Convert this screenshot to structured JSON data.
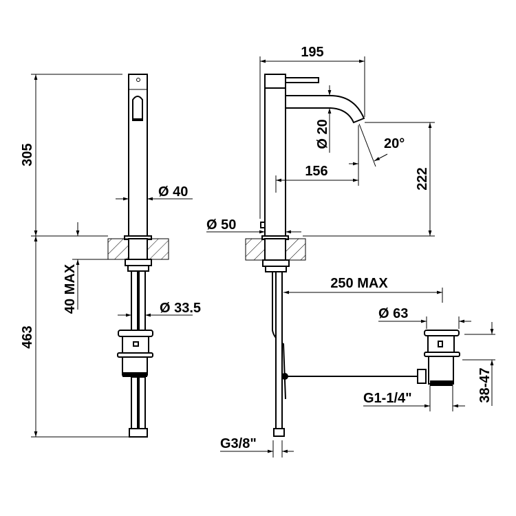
{
  "drawing": {
    "front_view": {
      "total_height_above": "305",
      "total_height_below": "463",
      "counter_thickness": "40 MAX",
      "body_diameter": "Ø 40",
      "shank_diameter": "Ø 33.5"
    },
    "side_view": {
      "reach": "195",
      "spout_outlet_reach": "156",
      "spout_diameter": "Ø 20",
      "spout_angle": "20°",
      "spout_height": "222",
      "base_diameter": "Ø 50",
      "drain_distance": "250 MAX",
      "drain_cap_diameter": "Ø 63",
      "drain_thread": "G1-1/4\"",
      "drain_height_range": "38-47",
      "hose_connection": "G3/8\""
    }
  }
}
